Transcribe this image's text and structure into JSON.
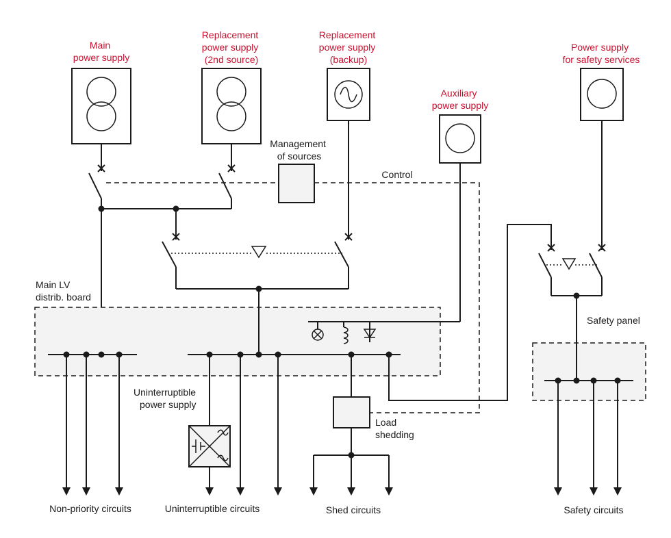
{
  "sources": {
    "main": [
      "Main",
      "power supply"
    ],
    "replacement_2nd": [
      "Replacement",
      "power supply",
      "(2nd source)"
    ],
    "replacement_backup": [
      "Replacement",
      "power supply",
      "(backup)"
    ],
    "auxiliary": [
      "Auxiliary",
      "power supply"
    ],
    "safety": [
      "Power supply",
      "for safety services"
    ]
  },
  "labels": {
    "management": [
      "Management",
      "of sources"
    ],
    "control": "Control",
    "main_lv": [
      "Main LV",
      "distrib. board"
    ],
    "ups": [
      "Uninterruptible",
      "power supply"
    ],
    "load_shedding": [
      "Load",
      "shedding"
    ],
    "safety_panel": "Safety panel"
  },
  "circuits": {
    "non_priority": "Non-priority circuits",
    "uninterruptible": "Uninterruptible circuits",
    "shed": "Shed circuits",
    "safety": "Safety circuits"
  },
  "colors": {
    "accent": "#c8102e",
    "line": "#1a1a1a",
    "board_fill": "#f3f3f3"
  }
}
